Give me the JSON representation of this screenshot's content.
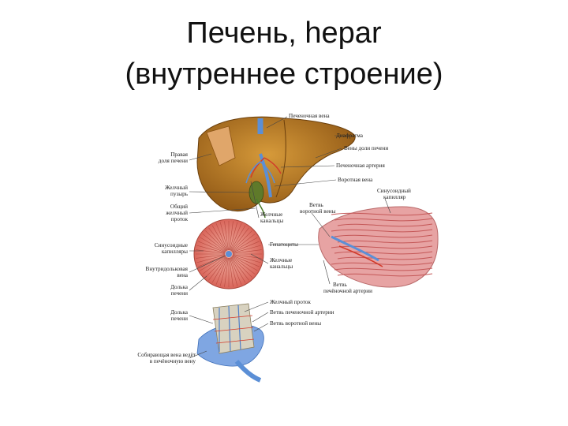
{
  "title": {
    "line1": "Печень, hepar",
    "line2": "(внутреннее строение)"
  },
  "labels": {
    "hepatic_veins": "Печеночная вена",
    "diaphragm": "Диафрагма",
    "left_lobe_veins": "Вены доли печени",
    "hepatic_artery": "Печеночная артерия",
    "portal_vein": "Воротная вена",
    "right_lobe": "Правая доля печени",
    "gallbladder": "Желчный пузырь",
    "common_bile_duct": "Общий желчный проток",
    "bile_canaliculi": "Желчные канальцы",
    "portal_branch": "Ветвь воротной вены",
    "sinusoidal_capillary": "Синусоидный капилляр",
    "sinusoidal_capillaries": "Синусоидные капилляры",
    "hepatocytes": "Гепатоциты",
    "bile_canaliculi_2": "Желчные канальцы",
    "intralobular_vein": "Внутридольковая вена",
    "liver_lobule": "Долька печени",
    "hepatic_artery_branch": "Ветвь печеночной артерии",
    "liver_lobule_2": "Долька печени",
    "bile_duct": "Желчный проток",
    "hepatic_artery_branch_2": "Ветвь печеночной артерии",
    "portal_branch_2": "Ветвь воротной вены",
    "collecting_vein": "Собирающая вена ведёт в печёночную вену"
  },
  "colors": {
    "liver": "#b5741c",
    "liver_dark": "#7a4a10",
    "lobule": "#d9655a",
    "vein": "#5b8fd6",
    "artery": "#d23a2a",
    "gallbladder": "#5f7a2a",
    "tissue": "#e7a3a3"
  }
}
